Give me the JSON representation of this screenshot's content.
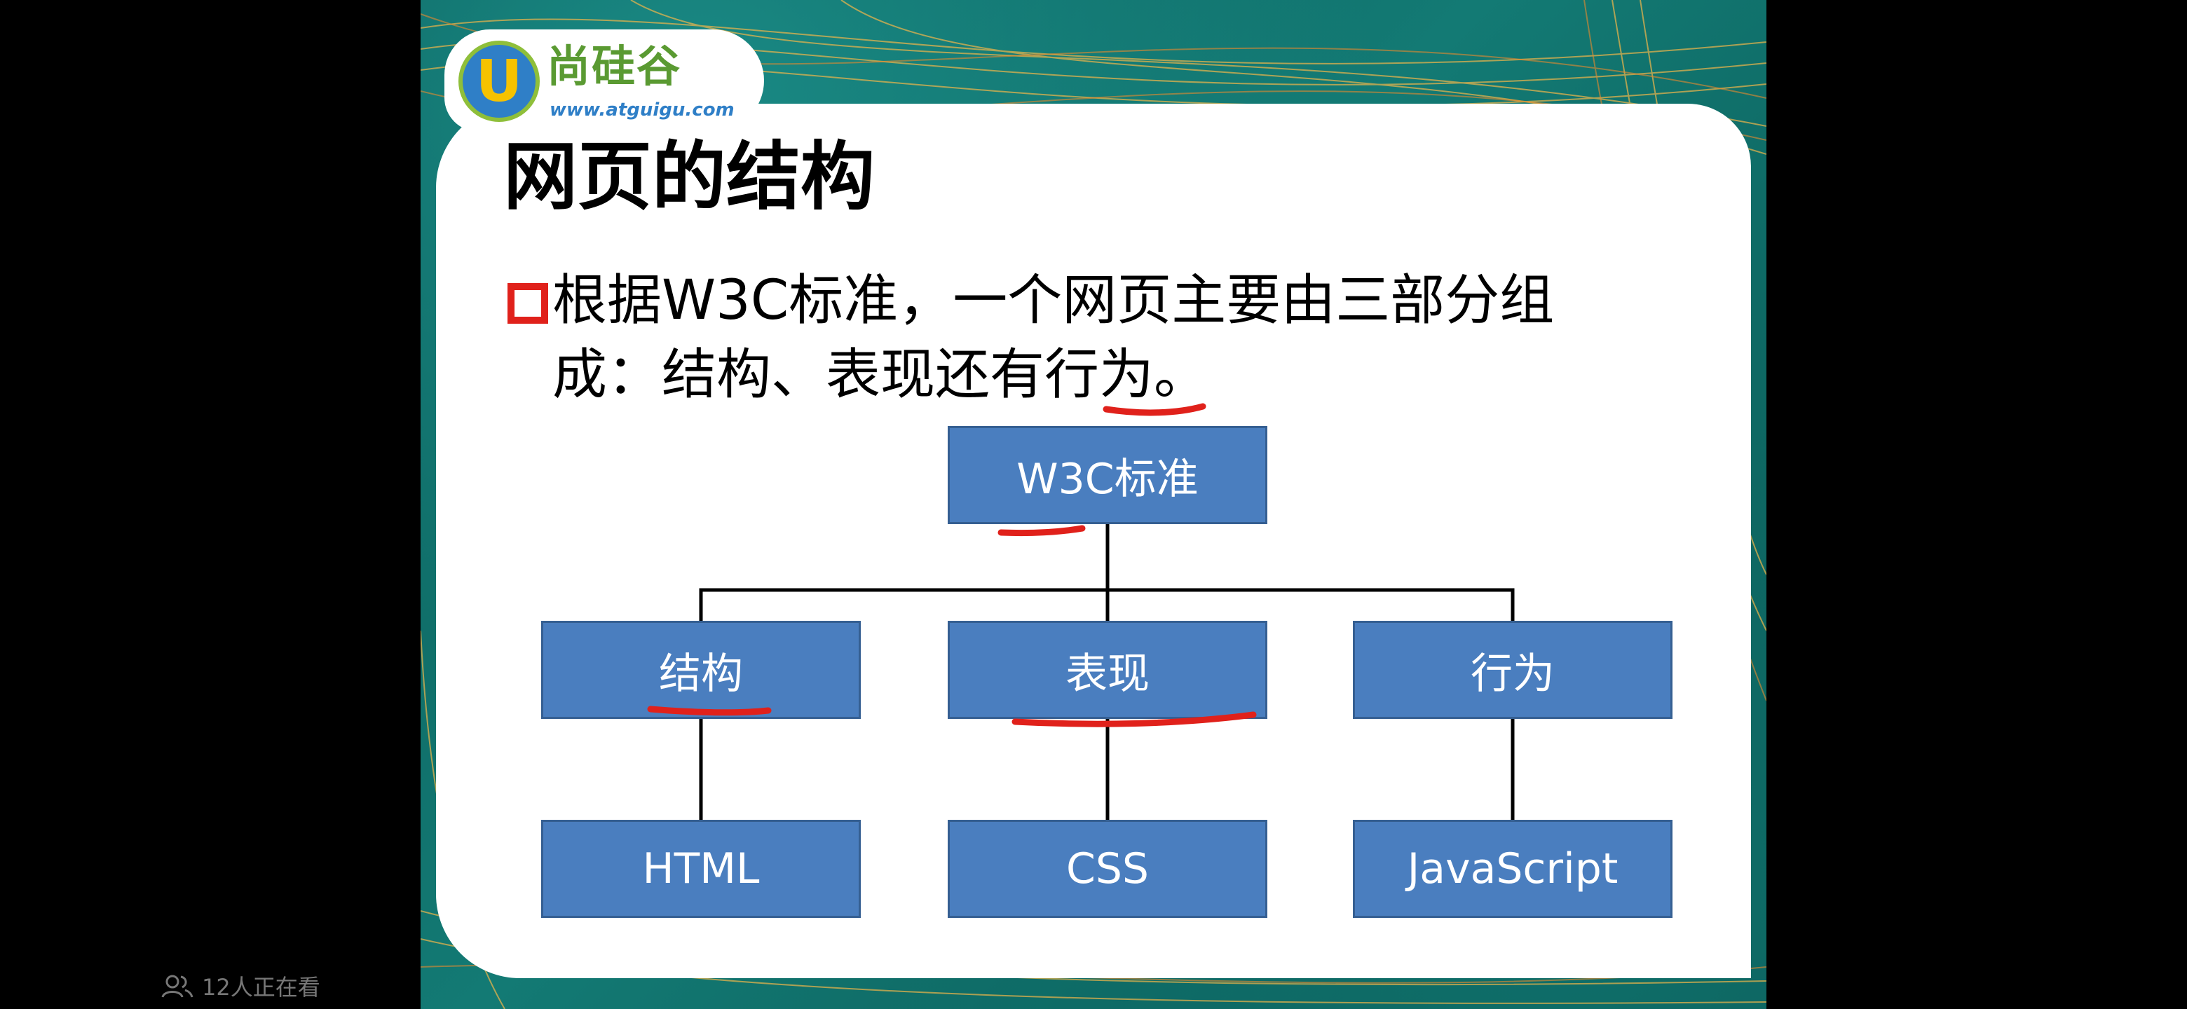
{
  "slide": {
    "logo": {
      "mark": "U",
      "name": "尚硅谷",
      "url": "www.atguigu.com"
    },
    "title": "网页的结构",
    "bullet": {
      "icon": "square-bullet-icon",
      "line1": "根据W3C标准，一个网页主要由三部分组",
      "line2": "成：结构、表现还有行为。"
    },
    "diagram": {
      "root": "W3C标准",
      "children": [
        {
          "label": "结构",
          "child": "HTML"
        },
        {
          "label": "表现",
          "child": "CSS"
        },
        {
          "label": "行为",
          "child": "JavaScript"
        }
      ]
    }
  },
  "viewer": {
    "icon": "viewers-icon",
    "count_text": "12人正在看"
  },
  "colors": {
    "node_fill": "#4a7ebf",
    "node_border": "#355f92",
    "annotation_red": "#e0211b",
    "panel": "#ffffff",
    "slide_bg": "#0e6964"
  }
}
